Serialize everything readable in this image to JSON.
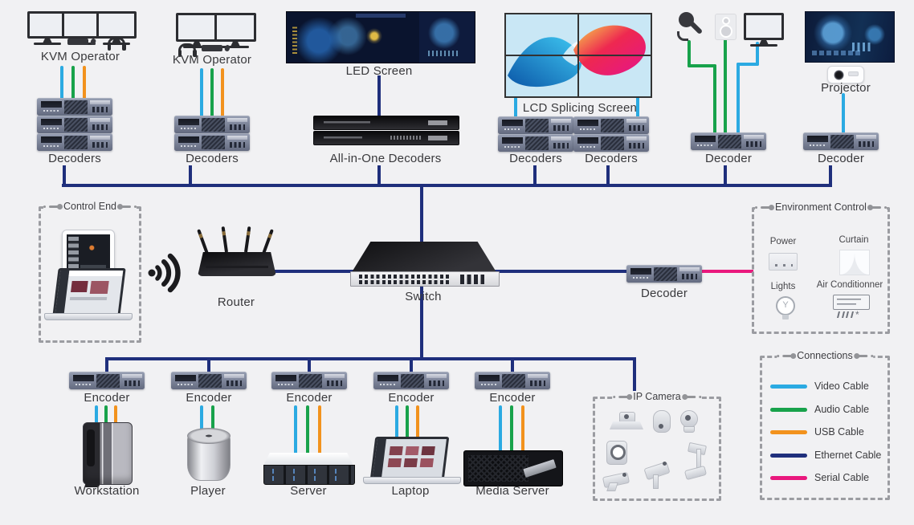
{
  "colors": {
    "video": "#2BAAE2",
    "audio": "#18A24B",
    "usb": "#F2921D",
    "ethernet": "#1F2F7C",
    "serial": "#E9187D"
  },
  "icons": {
    "monitor": "monitor-icon",
    "keyboard": "keyboard-icon",
    "headphones": "headphones-icon",
    "microphone": "microphone-icon",
    "speaker": "speaker-icon",
    "projector": "projector-icon",
    "wifi": "wifi-icon",
    "tablet": "tablet-icon",
    "laptop": "laptop-icon",
    "camera": "camera-icon",
    "power_strip": "power-strip-icon",
    "curtain": "curtain-icon",
    "light_bulb": "light-bulb-icon",
    "air_conditioner": "air-conditioner-icon"
  },
  "labels": {
    "kvm_operator_1": "KVM Operator",
    "kvm_operator_2": "KVM Operator",
    "decoders_1": "Decoders",
    "decoders_2": "Decoders",
    "led_screen": "LED Screen",
    "all_in_one_decoders": "All-in-One Decoders",
    "lcd_splicing_screen": "LCD Splicing Screen",
    "decoders_3": "Decoders",
    "decoders_4": "Decoders",
    "decoder_av": "Decoder",
    "projector": "Projector",
    "decoder_projector": "Decoder",
    "router": "Router",
    "switch": "Switch",
    "decoder_serial": "Decoder",
    "encoder_1": "Encoder",
    "encoder_2": "Encoder",
    "encoder_3": "Encoder",
    "encoder_4": "Encoder",
    "encoder_5": "Encoder",
    "workstation": "Workstation",
    "player": "Player",
    "server": "Server",
    "laptop": "Laptop",
    "media_server": "Media Server"
  },
  "groups": {
    "control_end": {
      "title": "Control End"
    },
    "environment_control": {
      "title": "Environment Control",
      "items": {
        "power": "Power",
        "curtain": "Curtain",
        "lights": "Lights",
        "air_conditioner": "Air Conditionner"
      }
    },
    "ip_camera": {
      "title": "IP Camera"
    }
  },
  "legend": {
    "title": "Connections",
    "items": [
      {
        "label": "Video Cable",
        "color": "#2BAAE2"
      },
      {
        "label": "Audio Cable",
        "color": "#18A24B"
      },
      {
        "label": "USB Cable",
        "color": "#F2921D"
      },
      {
        "label": "Ethernet Cable",
        "color": "#1F2F7C"
      },
      {
        "label": "Serial Cable",
        "color": "#E9187D"
      }
    ]
  }
}
